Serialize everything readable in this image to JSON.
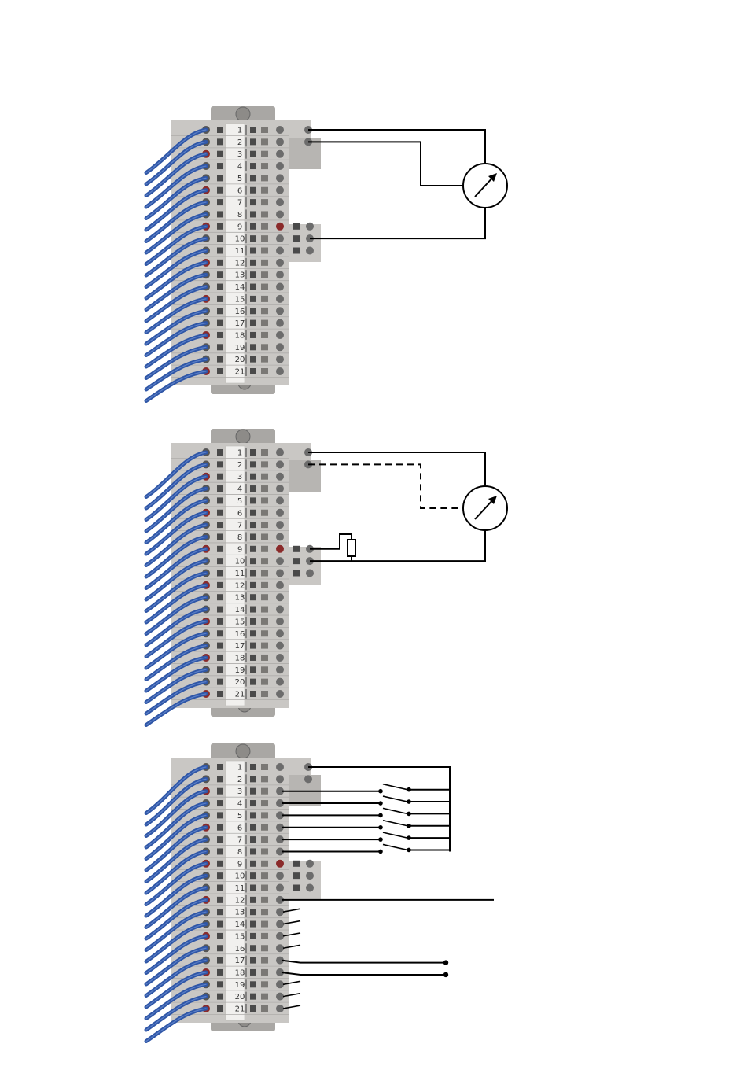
{
  "colors": {
    "terminal_body": "#c9c7c4",
    "terminal_dark": "#a9a7a4",
    "label_strip": "#f1f0ee",
    "cable": "#2f56a6",
    "cable_light": "#5a7fc8",
    "wire": "#000000",
    "screw_red": "#8a2a2a",
    "screw_gray": "#6c6c6c",
    "background": "#ffffff"
  },
  "terminal_numbers": [
    "1",
    "2",
    "3",
    "4",
    "5",
    "6",
    "7",
    "8",
    "9",
    "10",
    "11",
    "12",
    "13",
    "14",
    "15",
    "16",
    "17",
    "18",
    "19",
    "20",
    "21"
  ],
  "panels": [
    {
      "id": "measurement-direct",
      "instrument": "meter-icon",
      "description_style": "solid",
      "connected_terminals": [
        1,
        2,
        10
      ]
    },
    {
      "id": "measurement-with-resistor",
      "instrument": "meter-icon",
      "description_style": "dashed",
      "connected_terminals": [
        1,
        2,
        9,
        10
      ],
      "component": "resistor-icon"
    },
    {
      "id": "switch-inputs",
      "instrument": "switch-icon",
      "switched_terminals": [
        3,
        4,
        5,
        6,
        7,
        8
      ],
      "common_terminal": 1,
      "output_terminals": [
        12,
        13,
        14,
        15,
        16,
        17,
        18,
        19,
        20,
        21
      ]
    }
  ]
}
